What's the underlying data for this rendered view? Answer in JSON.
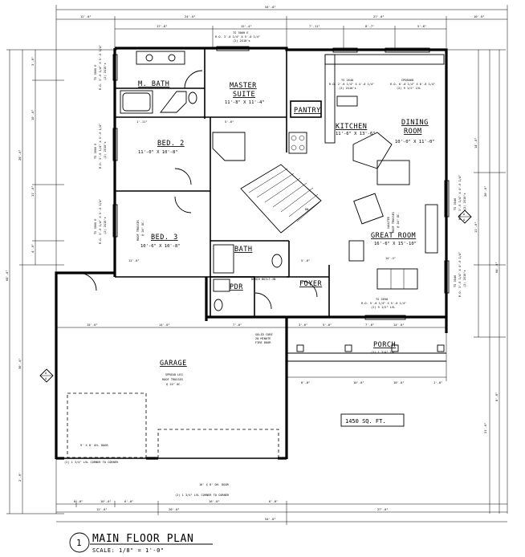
{
  "rooms": {
    "m_bath": {
      "name": "M. BATH"
    },
    "master": {
      "name_1": "MASTER",
      "name_2": "SUITE",
      "size": "11'-8\" X 11'-4\""
    },
    "pantry": {
      "name": "PANTRY"
    },
    "kitchen": {
      "name": "KITCHEN",
      "size": "11'-6\" X 13'-6\""
    },
    "dining": {
      "name_1": "DINING",
      "name_2": "ROOM",
      "size": "10'-0\" X 11'-0\""
    },
    "bed2": {
      "name": "BED. 2",
      "size": "11'-0\" X 10'-8\""
    },
    "bed3": {
      "name": "BED. 3",
      "size": "10'-6\" X 10'-8\""
    },
    "bath": {
      "name": "BATH"
    },
    "great_room": {
      "name": "GREAT ROOM",
      "size": "16'-6\" X 15'-10\""
    },
    "pdr": {
      "name": "PDR"
    },
    "foyer": {
      "name": "FOYER"
    },
    "porch": {
      "name": "PORCH",
      "note": "(2) 1 3/4\" LVL"
    },
    "garage": {
      "name": "GARAGE",
      "note_1": "SPREAD LEG",
      "note_2": "ROOF TRUSSES",
      "note_3": "@ 24\" OC."
    }
  },
  "notes": {
    "bench": "BENCH BUILT-IN",
    "solid_core_1": "SOLID CORE",
    "solid_core_2": "20 MINUTE",
    "solid_core_3": "FIRE DOOR",
    "dn": "DN",
    "vaulted_1": "VAULTED",
    "vaulted_2": "ROOF TRUSSES",
    "vaulted_3": "@ 24\" OC.",
    "garage_door_1": "9' X 8' OH. DOOR",
    "garage_door_1_hdr": "(2) 1 3/4\" LVL CORNER TO CORNER",
    "garage_door_2": "16' X 8' OH. DOOR",
    "garage_door_2_hdr": "(2) 1 3/4\" LVL CORNER TO CORNER",
    "top_header_1": "TS 3060 E",
    "top_header_2": "R.O. 3'-0 1/4\" X 5'-0 1/4\"",
    "top_header_3": "(2) 2X10's",
    "kitchen_window_1": "TS 2640",
    "kitchen_window_2": "R.O. 2'-6 1/4\" X 4'-0 1/4\"",
    "kitchen_window_3": "(2) 2X10's",
    "dining_window_1": "CPD6068",
    "dining_window_2": "R.O. 6'-0 1/4\" X 6'-8 1/4\"",
    "dining_window_3": "(2) 9 1/2\" LVL",
    "front_window_1": "TS 2650",
    "front_window_2": "R.O. 5'-0 1/4\" X 5'-0 1/4\"",
    "front_window_3": "(2) 9 1/2\" LVL",
    "right_window_1": "TS 3040",
    "right_window_2": "R.O. 3'-0 1/4\" X 4'-0 1/4\"",
    "right_window_3": "(2) 2X10's",
    "bed_window_1": "TS 3060 E",
    "bed_window_2": "R.O. 3'-0 1/4\" X 5'-0 1/4\"",
    "bed_window_3": "(2) 2X10's",
    "roof_truss_1": "ROOF TRUSSES",
    "roof_truss_2": "@ 24\" OC.",
    "hdr_14": "14'-4\""
  },
  "dims": {
    "overall_top": "54'-0\"",
    "top_left": "24'-0\"",
    "top_right": "27'-0\"",
    "seg_1": "17'-8\"",
    "seg_2": "12'-4\"",
    "seg_3": "7'-11\"",
    "seg_4": "8'-7\"",
    "seg_5": "5'-6\"",
    "left_overall": "64'-0\"",
    "left_upper": "28'-0\"",
    "left_lower": "36'-0\"",
    "left_1": "3'-0\"",
    "left_2": "10'-0\"",
    "left_3": "11'-0\"",
    "left_4": "4'-0\"",
    "left_5": "26'-0\"",
    "left_6": "2'-0\"",
    "right_overall": "64'-0\"",
    "right_1": "28'-0\"",
    "right_2": "21'-6\"",
    "right_3": "14'-0\"",
    "right_4": "11'-0\"",
    "right_5": "8'-6\"",
    "bottom_overall": "54'-0\"",
    "bottom_1": "20'-0\"",
    "bottom_2": "27'-0\"",
    "bottom_3": "6'-0\"",
    "bottom_4": "10'-0\"",
    "bottom_5": "16'-0\"",
    "bottom_6": "12'-0\"",
    "garage_left": "15'-0\"",
    "porch_1": "8'-0\"",
    "porch_2": "10'-0\"",
    "porch_3": "1'-0\"",
    "mid_1": "11'-0\"",
    "mid_2": "1'-11\"",
    "mid_3": "3'-6\"",
    "mid_4": "5'-6\"",
    "mid_5": "7'-6\"",
    "mid_6": "14'-0\""
  },
  "markers": {
    "section_left": "A",
    "section_left_sheet": "A",
    "section_right": "A",
    "section_right_sheet": "A"
  },
  "area": "1450 SQ. FT.",
  "title": {
    "number": "1",
    "name": "MAIN FLOOR PLAN",
    "scale": "SCALE:  1/8\" = 1'-0\""
  }
}
